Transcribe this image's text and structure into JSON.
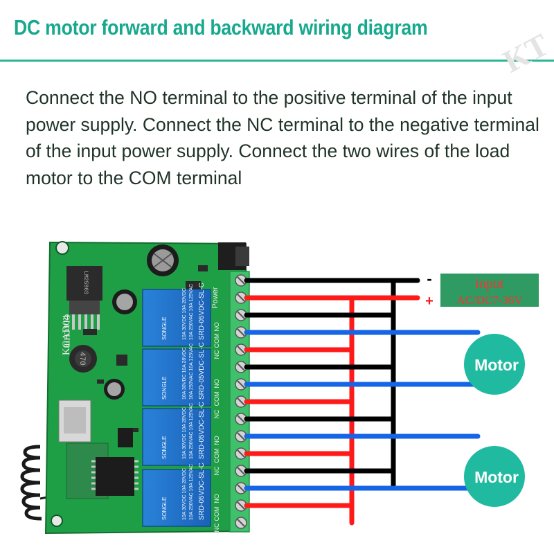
{
  "title": "DC motor forward and backward wiring diagram",
  "watermark": "KT",
  "instructions": "Connect the NO terminal to the positive terminal of the input power supply. Connect the NC terminal to the negative terminal of the input power supply. Connect the two wires of the load motor to the COM terminal",
  "board": {
    "brand": "QIACHIP",
    "model": "KGAD04",
    "regulator": "LM2596S",
    "inductor": "470",
    "relay_line1": "SRD-05VDC-SL-C",
    "relay_line2": "10A 250VAC  10A 125VAC",
    "relay_line3": "10A 30VDC  10A 28VDC",
    "relay_brand": "SONGLE",
    "power_label": "Power",
    "terminal_labels": [
      "NO",
      "COM",
      "NC"
    ]
  },
  "power_input": {
    "label": "input",
    "spec": "AC/DC7-36V",
    "minus_sign": "-",
    "plus_sign": "+"
  },
  "motors": [
    {
      "label": "Motor"
    },
    {
      "label": "Motor"
    }
  ],
  "colors": {
    "title": "#17a98e",
    "board": "#1e9f46",
    "relay": "#1f72c9",
    "terminal": "#3fc06a",
    "wire_negative": "#000000",
    "wire_positive": "#ff1a1a",
    "wire_motor": "#1565e6",
    "motor": "#1fba9f",
    "input_label_bg": "#2f9a62"
  }
}
